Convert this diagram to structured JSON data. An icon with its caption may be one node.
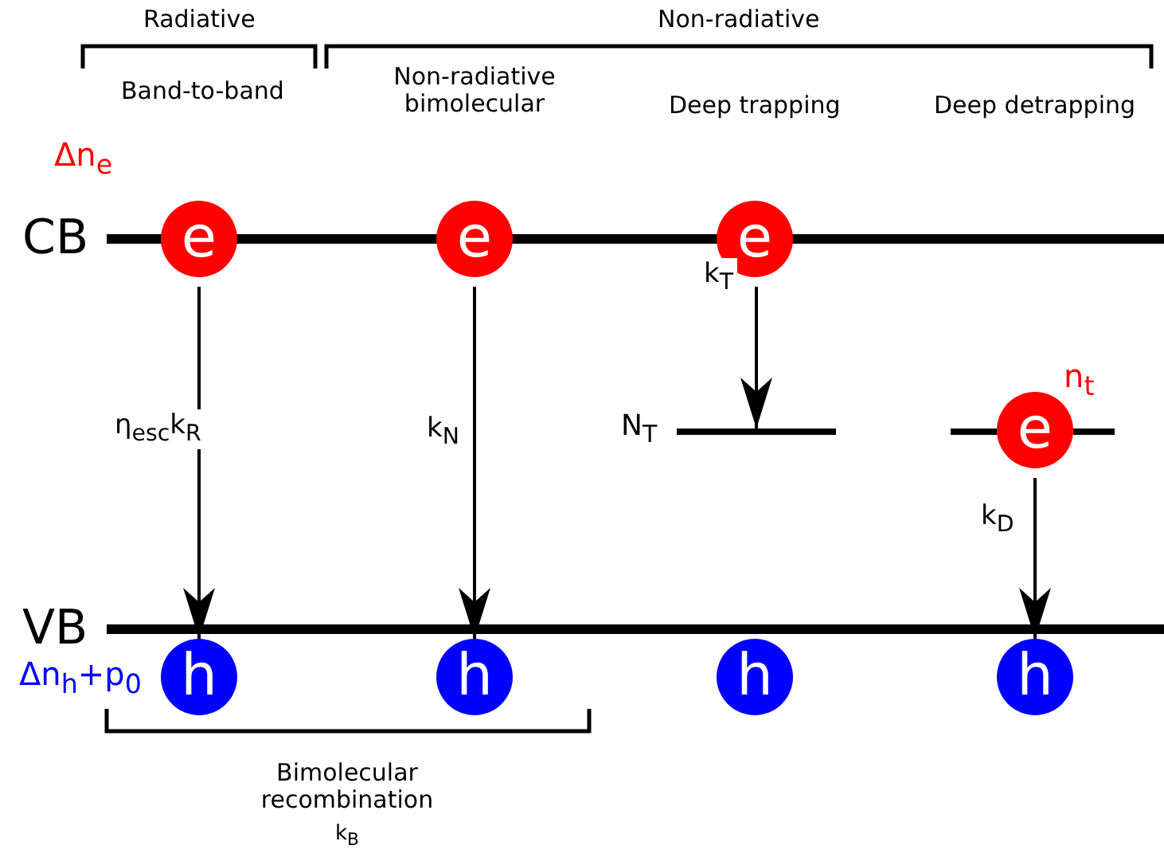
{
  "diagram": {
    "nodes": [
      {
        "text": [
          "e"
        ]
      },
      {
        "text": [
          "e"
        ]
      },
      {
        "text": [
          "e"
        ]
      },
      {
        "text": [
          "e"
        ]
      },
      {
        "text": [
          "h"
        ]
      },
      {
        "text": [
          "h"
        ]
      },
      {
        "text": [
          "h"
        ]
      },
      {
        "text": [
          "h"
        ]
      },
      {
        "text": [],
        "shape": "bar",
        "beside": [
          "N$_{T}$"
        ]
      }
    ],
    "edges": [
      {
        "from": 0,
        "to": 4,
        "arrow": "to",
        "label": "η$_{esc}$k$_{R}$"
      },
      {
        "from": 1,
        "to": 5,
        "arrow": "to",
        "label": "k$_{N}$"
      },
      {
        "from": 2,
        "to": 8,
        "arrow": "to",
        "label": "k$_{T}$"
      },
      {
        "from": 3,
        "to": 7,
        "arrow": "to",
        "label": "k$_{D}$"
      }
    ],
    "labels": [
      "Radiative",
      "Non-radiative",
      "Band-to-band",
      "Non-radiative bimolecular",
      "Deep trapping",
      "Deep detrapping",
      "Δn$_{e}$",
      "CB",
      "n$_{t}$",
      "VB",
      "Δn$_{h}$+p$_{0}$",
      "Bimolecular recombination",
      "k$_{B}$"
    ]
  }
}
